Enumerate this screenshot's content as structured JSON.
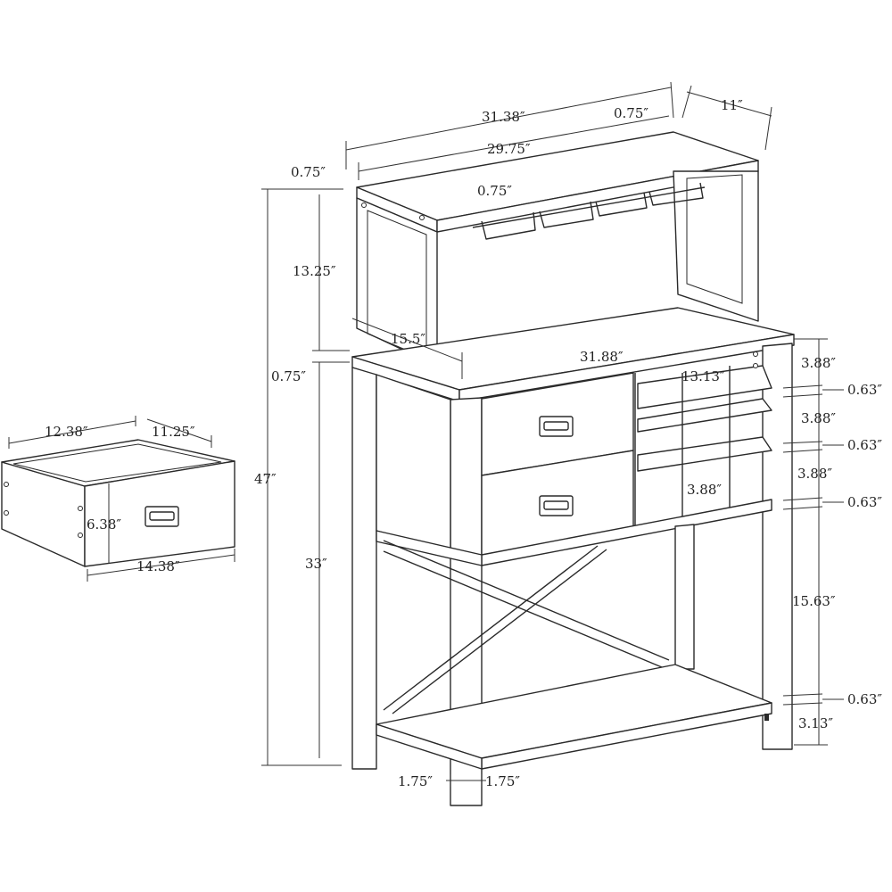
{
  "diagram": {
    "colors": {
      "line": "#2a2a2a",
      "background": "#ffffff"
    },
    "cabinet": {
      "top_length": "31.38″",
      "top_edge_right": "0.75″",
      "top_depth": "11″",
      "top_inner_length": "29.75″",
      "top_edge_left": "0.75″",
      "glass_rack_rail": "0.75″",
      "upper_shelf_height": "13.25″",
      "side_depth": "15.5″",
      "tabletop_thickness": "0.75″",
      "tabletop_length": "31.88″",
      "total_height": "47″",
      "lower_height": "33″",
      "cube_width": "13.13″",
      "cube_height_1": "3.88″",
      "board_1": "0.63″",
      "cube_height_2": "3.88″",
      "board_2": "0.63″",
      "cube_height_3": "3.88″",
      "cube_inner": "3.88″",
      "board_3": "0.63″",
      "open_shelf_height": "15.63″",
      "board_4": "0.63″",
      "foot_height": "3.13″",
      "leg_width_left": "1.75″",
      "leg_width_right": "1.75″"
    },
    "drawer": {
      "depth": "12.38″",
      "width_inner": "11.25″",
      "height": "6.38″",
      "front_width": "14.38″"
    }
  }
}
